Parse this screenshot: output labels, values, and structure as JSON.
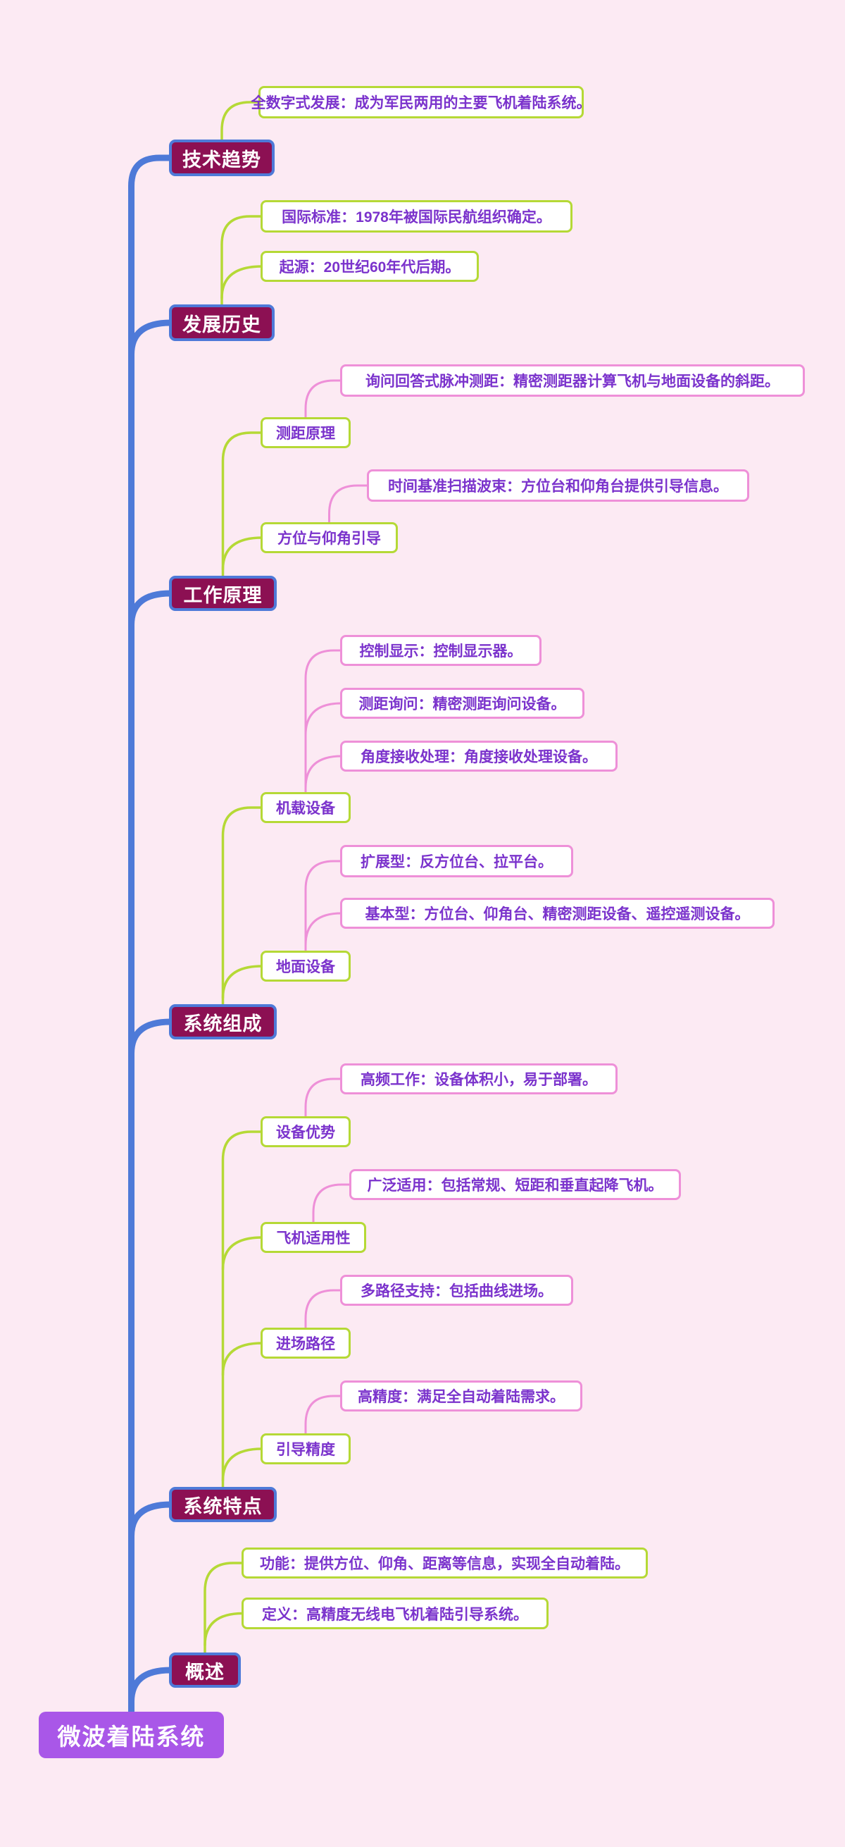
{
  "app": {
    "background": "#fceaf3",
    "diagram_type": "mindmap"
  },
  "palette": {
    "trunk_blue": "#4e7ad8",
    "main_fill": "#8c1053",
    "main_border": "#4e7ad8",
    "main_text": "#ffffff",
    "root_fill": "#a957e8",
    "root_text": "#ffffff",
    "sub_border": "#b5d936",
    "leaf_border": "#ee90d8",
    "node_fill": "#ffffff",
    "node_text": "#7b33cc"
  },
  "nodes": [
    {
      "id": "root",
      "level": "root",
      "parent": null,
      "label": "微波着陆系统"
    },
    {
      "id": "tech-trend",
      "level": "main",
      "parent": "root",
      "label": "技术趋势"
    },
    {
      "id": "digital-dev",
      "level": "sub",
      "parent": "tech-trend",
      "label": "全数字式发展：成为军民两用的主要飞机着陆系统。"
    },
    {
      "id": "dev-history",
      "level": "main",
      "parent": "root",
      "label": "发展历史"
    },
    {
      "id": "intl-standard",
      "level": "sub",
      "parent": "dev-history",
      "label": "国际标准：1978年被国际民航组织确定。"
    },
    {
      "id": "origin",
      "level": "sub",
      "parent": "dev-history",
      "label": "起源：20世纪60年代后期。"
    },
    {
      "id": "working-principle",
      "level": "main",
      "parent": "root",
      "label": "工作原理"
    },
    {
      "id": "ranging-principle",
      "level": "sub",
      "parent": "working-principle",
      "label": "测距原理"
    },
    {
      "id": "pulse-ranging",
      "level": "leaf",
      "parent": "ranging-principle",
      "label": "询问回答式脉冲测距：精密测距器计算飞机与地面设备的斜距。"
    },
    {
      "id": "azimuth-elevation",
      "level": "sub",
      "parent": "working-principle",
      "label": "方位与仰角引导"
    },
    {
      "id": "scanning-beam",
      "level": "leaf",
      "parent": "azimuth-elevation",
      "label": "时间基准扫描波束：方位台和仰角台提供引导信息。"
    },
    {
      "id": "system-composition",
      "level": "main",
      "parent": "root",
      "label": "系统组成"
    },
    {
      "id": "airborne-equipment",
      "level": "sub",
      "parent": "system-composition",
      "label": "机载设备"
    },
    {
      "id": "control-display",
      "level": "leaf",
      "parent": "airborne-equipment",
      "label": "控制显示：控制显示器。"
    },
    {
      "id": "ranging-interrogation",
      "level": "leaf",
      "parent": "airborne-equipment",
      "label": "测距询问：精密测距询问设备。"
    },
    {
      "id": "angle-receiving",
      "level": "leaf",
      "parent": "airborne-equipment",
      "label": "角度接收处理：角度接收处理设备。"
    },
    {
      "id": "ground-equipment",
      "level": "sub",
      "parent": "system-composition",
      "label": "地面设备"
    },
    {
      "id": "extended-type",
      "level": "leaf",
      "parent": "ground-equipment",
      "label": "扩展型：反方位台、拉平台。"
    },
    {
      "id": "basic-type",
      "level": "leaf",
      "parent": "ground-equipment",
      "label": "基本型：方位台、仰角台、精密测距设备、遥控遥测设备。"
    },
    {
      "id": "system-features",
      "level": "main",
      "parent": "root",
      "label": "系统特点"
    },
    {
      "id": "equipment-advantage",
      "level": "sub",
      "parent": "system-features",
      "label": "设备优势"
    },
    {
      "id": "high-frequency",
      "level": "leaf",
      "parent": "equipment-advantage",
      "label": "高频工作：设备体积小，易于部署。"
    },
    {
      "id": "aircraft-applicability",
      "level": "sub",
      "parent": "system-features",
      "label": "飞机适用性"
    },
    {
      "id": "wide-application",
      "level": "leaf",
      "parent": "aircraft-applicability",
      "label": "广泛适用：包括常规、短距和垂直起降飞机。"
    },
    {
      "id": "approach-path",
      "level": "sub",
      "parent": "system-features",
      "label": "进场路径"
    },
    {
      "id": "multi-path",
      "level": "leaf",
      "parent": "approach-path",
      "label": "多路径支持：包括曲线进场。"
    },
    {
      "id": "guidance-accuracy",
      "level": "sub",
      "parent": "system-features",
      "label": "引导精度"
    },
    {
      "id": "high-accuracy",
      "level": "leaf",
      "parent": "guidance-accuracy",
      "label": "高精度：满足全自动着陆需求。"
    },
    {
      "id": "overview",
      "level": "main",
      "parent": "root",
      "label": "概述"
    },
    {
      "id": "function",
      "level": "sub",
      "parent": "overview",
      "label": "功能：提供方位、仰角、距离等信息，实现全自动着陆。"
    },
    {
      "id": "definition",
      "level": "sub",
      "parent": "overview",
      "label": "定义：高精度无线电飞机着陆引导系统。"
    }
  ]
}
